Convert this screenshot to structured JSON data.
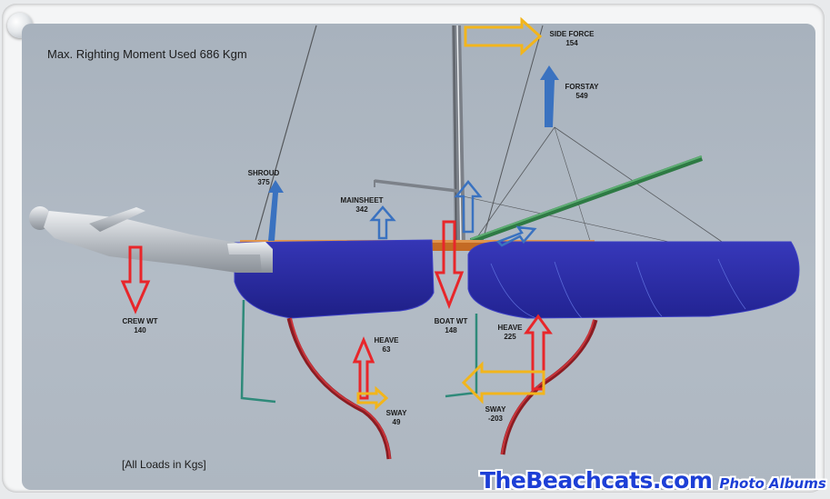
{
  "title": "Max. Righting Moment Used 686 Kgm",
  "note": "[All Loads in Kgs]",
  "watermark": {
    "brand": "TheBeachcats.com",
    "section": "Photo Albums"
  },
  "labels": {
    "side_force": {
      "name": "SIDE FORCE",
      "value": "154"
    },
    "forstay": {
      "name": "FORSTAY",
      "value": "549"
    },
    "shroud": {
      "name": "SHROUD",
      "value": "375"
    },
    "mainsheet": {
      "name": "MAINSHEET",
      "value": "342"
    },
    "crew_wt": {
      "name": "CREW WT",
      "value": "140"
    },
    "boat_wt": {
      "name": "BOAT WT",
      "value": "148"
    },
    "heave_left": {
      "name": "HEAVE",
      "value": "63"
    },
    "heave_right": {
      "name": "HEAVE",
      "value": "225"
    },
    "sway_left": {
      "name": "SWAY",
      "value": "49"
    },
    "sway_right": {
      "name": "SWAY",
      "value": "-203"
    }
  },
  "colors": {
    "background": "#aeb7c1",
    "hull": "#2a2b9a",
    "hull_edge": "#3c3fc4",
    "crossbeam": "#c46a24",
    "foil": "#a8232b",
    "rudder": "#2f8a7a",
    "boom_wand": "#2e7a44",
    "arrow_red": "#e8262a",
    "arrow_yellow": "#f2b51c",
    "arrow_blue": "#3a72c0",
    "watermark": "#1d3fd6"
  }
}
